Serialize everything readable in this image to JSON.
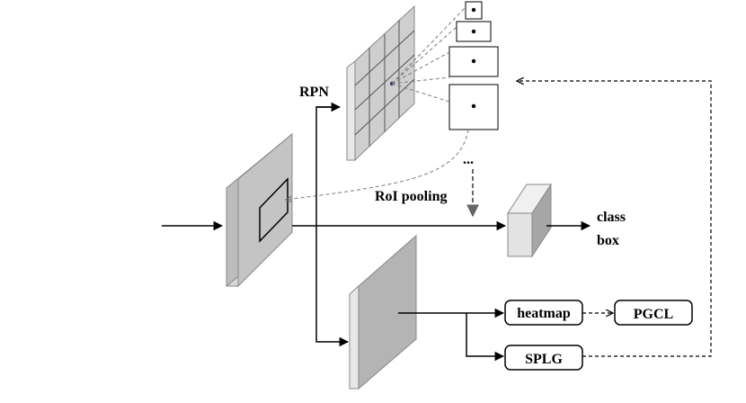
{
  "labels": {
    "rpn": "RPN",
    "roi_pooling": "RoI pooling",
    "ellipsis": "...",
    "output_class": "class",
    "output_box": "box"
  },
  "boxes": {
    "heatmap": "heatmap",
    "pgcl": "PGCL",
    "splg": "SPLG"
  },
  "colors": {
    "face_front": "#e6e6e6",
    "face_side": "#a6a6a6",
    "face_top": "#f2f2f2",
    "dark_face": "#bdbdbd",
    "grid_fill": "#cfcfcf",
    "grid_line": "#555555",
    "dashed": "#7a7a7a"
  }
}
